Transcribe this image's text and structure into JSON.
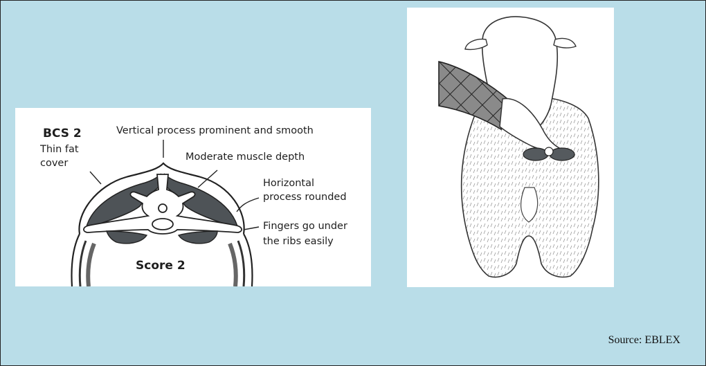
{
  "diagram": {
    "heading": "BCS 2",
    "labels": {
      "vertical_process": "Vertical process prominent and smooth",
      "thin_fat_line1": "Thin fat",
      "thin_fat_line2": "cover",
      "muscle_depth": "Moderate muscle depth",
      "horizontal_line1": "Horizontal",
      "horizontal_line2": "process rounded",
      "fingers_line1": "Fingers go under",
      "fingers_line2": "the ribs easily"
    },
    "score": "Score 2"
  },
  "source": "Source: EBLEX",
  "colors": {
    "background": "#b9dde8",
    "panel": "#ffffff",
    "muscle": "#4e5357"
  }
}
